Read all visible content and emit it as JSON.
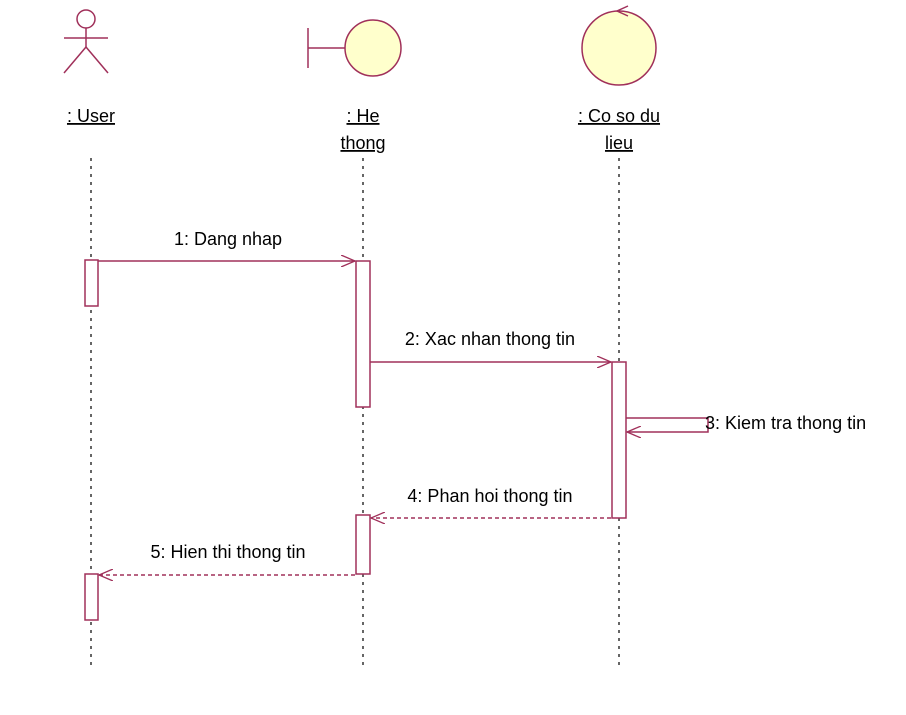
{
  "colors": {
    "line": "#a0305a",
    "fill": "#ffffcc",
    "text": "#000000",
    "lifeline": "#000000"
  },
  "participants": [
    {
      "kind": "actor",
      "icon": "actor-icon",
      "label_lines": [
        ": User"
      ]
    },
    {
      "kind": "boundary",
      "icon": "boundary-icon",
      "label_lines": [
        ": He",
        "thong"
      ]
    },
    {
      "kind": "entity",
      "icon": "control-icon",
      "label_lines": [
        ": Co so du",
        "lieu"
      ]
    }
  ],
  "messages": [
    {
      "label": "1: Dang nhap",
      "from": 0,
      "to": 1,
      "type": "sync"
    },
    {
      "label": "2: Xac nhan thong tin",
      "from": 1,
      "to": 2,
      "type": "sync"
    },
    {
      "label": "3: Kiem tra thong tin",
      "from": 2,
      "to": 2,
      "type": "self"
    },
    {
      "label": "4: Phan hoi thong tin",
      "from": 2,
      "to": 1,
      "type": "return"
    },
    {
      "label": "5: Hien thi thong tin",
      "from": 1,
      "to": 0,
      "type": "return"
    }
  ]
}
